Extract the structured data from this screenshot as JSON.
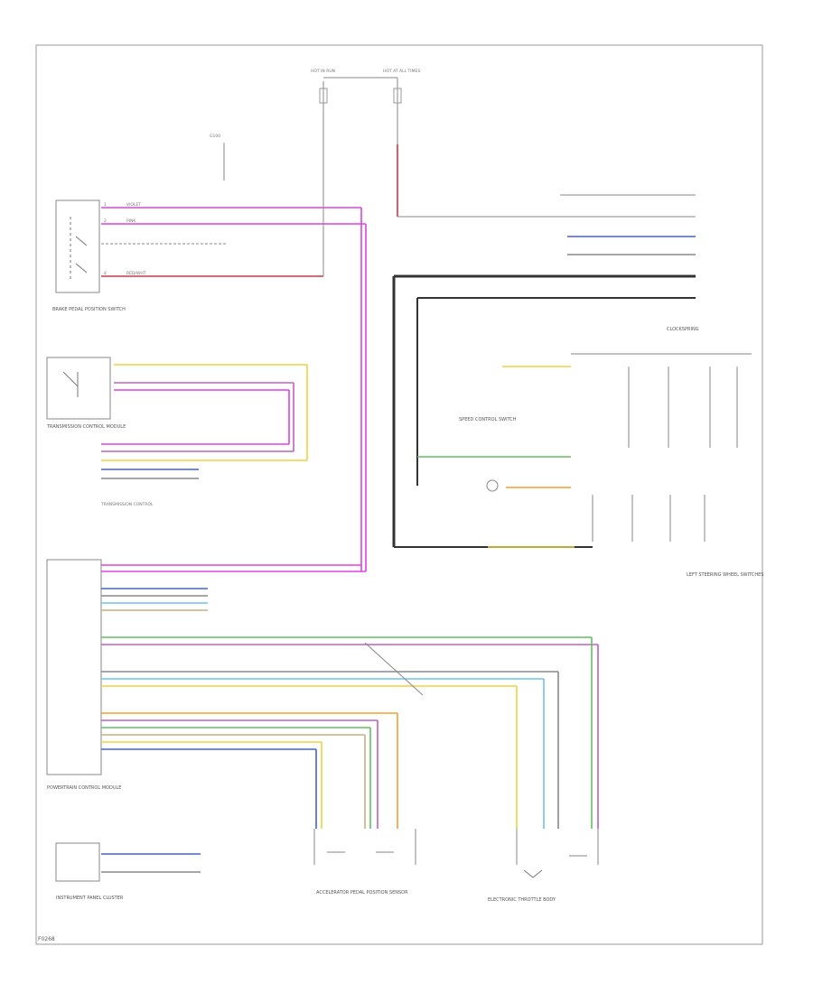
{
  "footer": {
    "code": "F0268"
  },
  "components": {
    "brake_switch": "BRAKE PEDAL POSITION SWITCH",
    "transmission_module": "TRANSMISSION CONTROL MODULE",
    "powertrain_module": "POWERTRAIN CONTROL MODULE",
    "instrument_cluster": "INSTRUMENT PANEL CLUSTER",
    "steering_clockspring": "CLOCKSPRING",
    "steering_switch": "LEFT STEERING WHEEL SWITCHES",
    "accelerator_pedal": "ACCELERATOR PEDAL POSITION SENSOR",
    "throttle_body": "ELECTRONIC THROTTLE BODY",
    "speed_control_switch": "SPEED CONTROL SWITCH",
    "fuse_hot_run_left": "HOT IN RUN",
    "fuse_hot_run_right": "HOT AT ALL TIMES",
    "ground": "G100"
  },
  "wire_colors": {
    "pink": "#e040e0",
    "violet": "#c060c0",
    "yellow": "#f0d040",
    "orange": "#f0a030",
    "green": "#60c060",
    "blue": "#4060e0",
    "red": "#e03040",
    "grey": "#888888",
    "black": "#333333",
    "tan": "#c8b080",
    "lightblue": "#70c0f0"
  }
}
